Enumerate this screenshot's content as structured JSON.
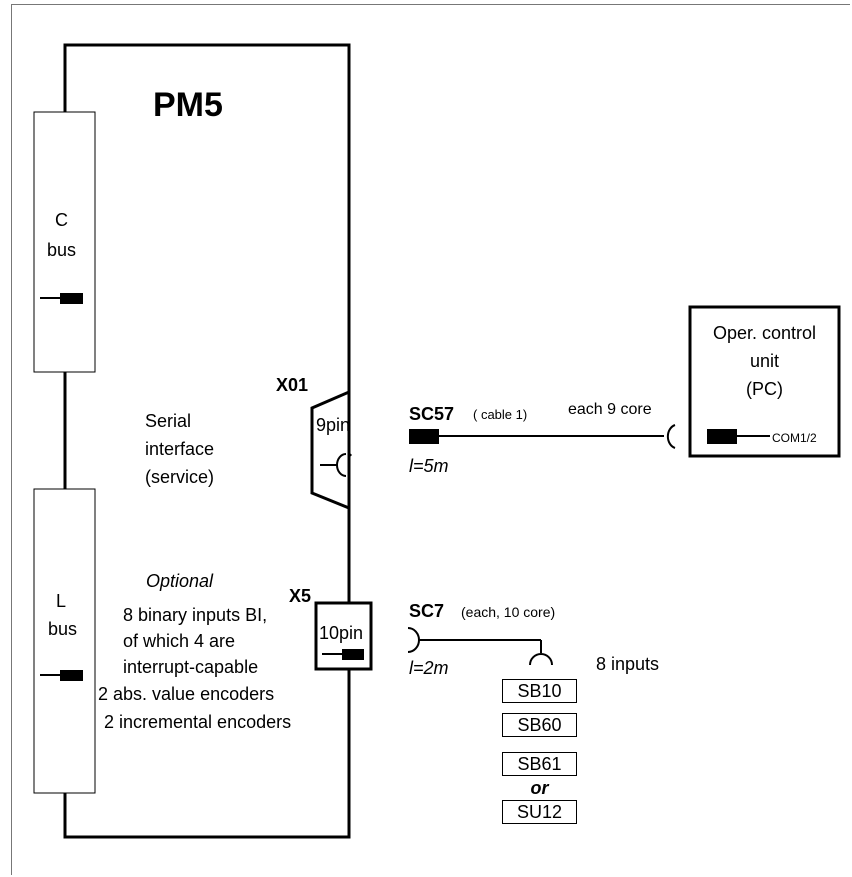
{
  "module": {
    "title": "PM5"
  },
  "c_bus": {
    "line1": "C",
    "line2": "bus"
  },
  "l_bus": {
    "line1": "L",
    "line2": "bus"
  },
  "serial": {
    "line1": "Serial",
    "line2": "interface",
    "line3": "(service)",
    "connector_id": "X01",
    "connector_pins": "9pin"
  },
  "sc57": {
    "label": "SC57",
    "note": "( cable 1)",
    "length": "l=5m",
    "core": "each 9 core"
  },
  "pc": {
    "line1": "Oper. control",
    "line2": "unit",
    "line3": "(PC)",
    "port": "COM1/2"
  },
  "x5": {
    "connector_id": "X5",
    "connector_pins": "10pin"
  },
  "inputs": {
    "optional": "Optional",
    "line1": "8 binary inputs BI,",
    "line2": "of which 4 are",
    "line3": "interrupt-capable",
    "line4": "2 abs. value encoders",
    "line5": "2 incremental encoders"
  },
  "sc7": {
    "label": "SC7",
    "note": "(each, 10 core)",
    "length": "l=2m",
    "inputs_label": "8 inputs"
  },
  "boards": [
    "SB10",
    "SB60",
    "SB61",
    "SU12"
  ],
  "or_label": "or"
}
